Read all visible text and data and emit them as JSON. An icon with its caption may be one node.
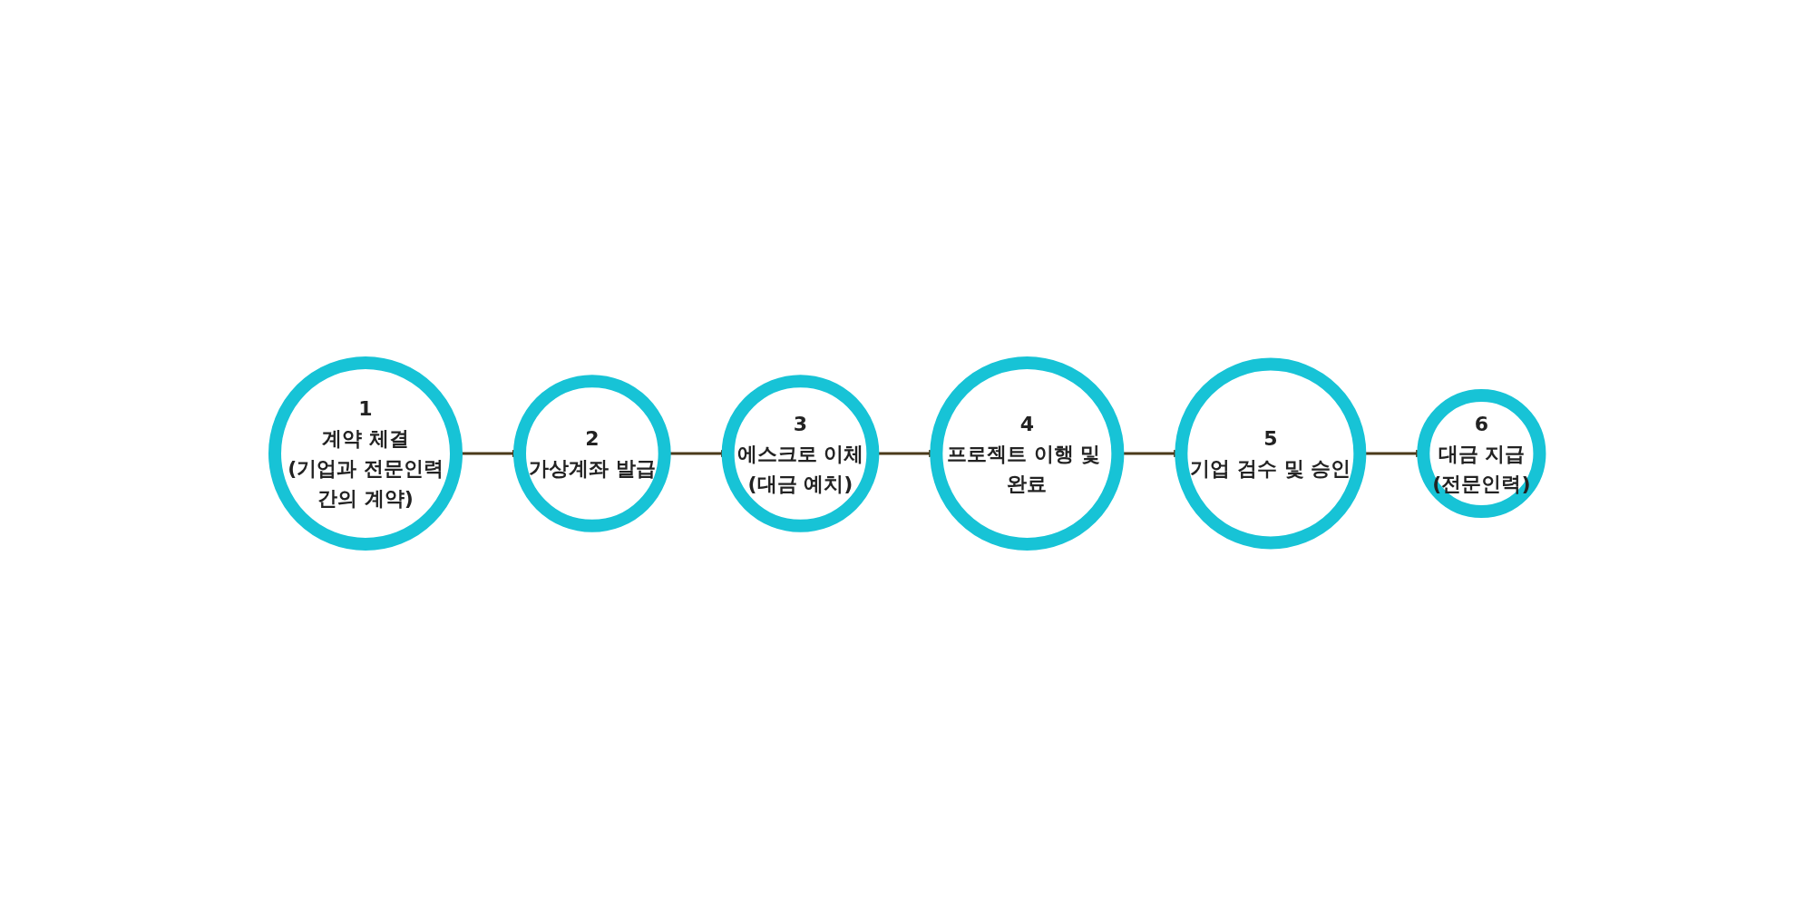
{
  "diagram": {
    "nodes": [
      {
        "text": [
          "1",
          "계약 체결",
          "(기업과 전문인력간의 계약)"
        ]
      },
      {
        "text": [
          "2",
          "가상계좌 발급"
        ]
      },
      {
        "text": [
          "3",
          "에스크로 이체",
          "(대금 예치)"
        ]
      },
      {
        "text": [
          "4",
          "프로젝트 이행 및 완료"
        ]
      },
      {
        "text": [
          "5",
          "기업 검수 및 승인"
        ]
      },
      {
        "text": [
          "6",
          "대금 지급",
          "(전문인력)"
        ]
      }
    ],
    "edges": [
      {
        "from": 0,
        "to": 1,
        "arrow": "to"
      },
      {
        "from": 1,
        "to": 2,
        "arrow": "to"
      },
      {
        "from": 2,
        "to": 3,
        "arrow": "to"
      },
      {
        "from": 3,
        "to": 4,
        "arrow": "to"
      },
      {
        "from": 4,
        "to": 5,
        "arrow": "to"
      }
    ]
  }
}
